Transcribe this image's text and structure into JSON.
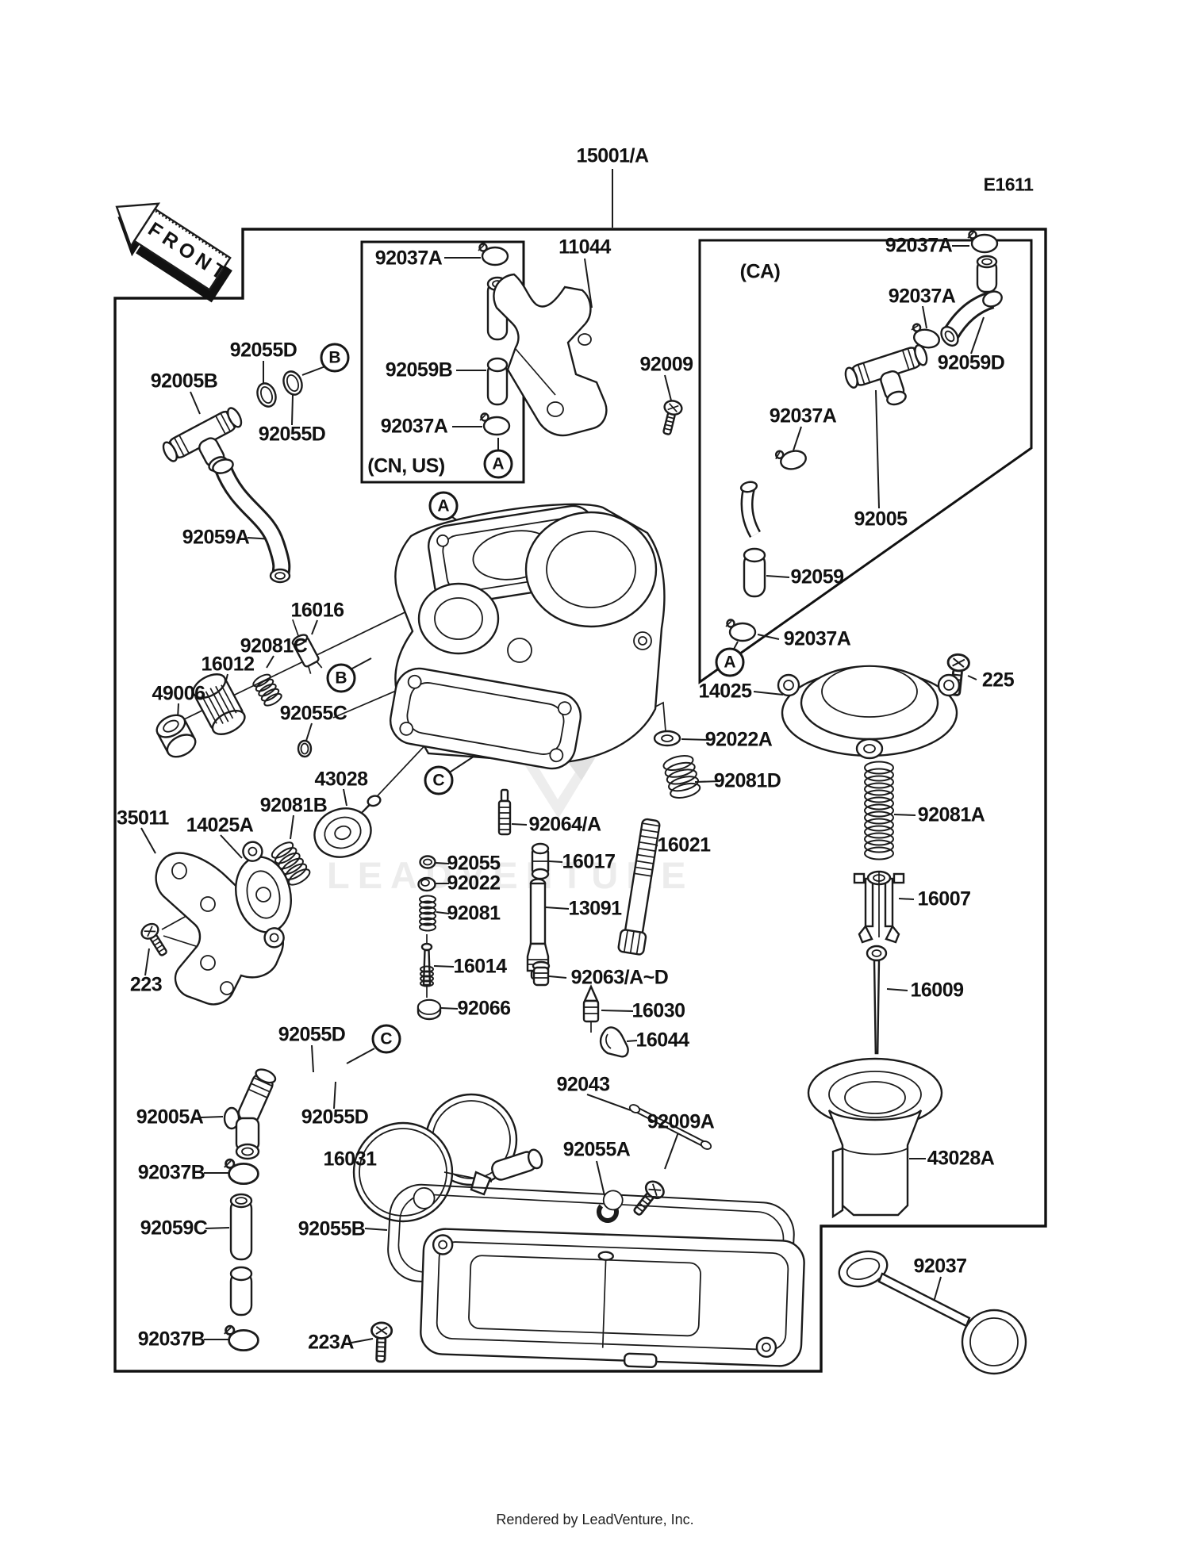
{
  "header": {
    "assembly": "15001/A",
    "code": "E1611"
  },
  "front_arrow": {
    "label": "FRONT"
  },
  "boxes": {
    "cn_us_caption": "(CN, US)",
    "ca_caption": "(CA)"
  },
  "callouts": {
    "a": "A",
    "b": "B",
    "c": "C"
  },
  "parts": {
    "p92037a": "92037A",
    "p92059b": "92059B",
    "p92055d": "92055D",
    "p92005b": "92005B",
    "p92059a": "92059A",
    "p11044": "11044",
    "p92009": "92009",
    "p92059d": "92059D",
    "p92005": "92005",
    "p92059": "92059",
    "p225": "225",
    "p14025": "14025",
    "p92022a": "92022A",
    "p92081d": "92081D",
    "p16016": "16016",
    "p92081c": "92081C",
    "p16012": "16012",
    "p49006": "49006",
    "p92055c": "92055C",
    "p43028": "43028",
    "p92081b": "92081B",
    "p35011": "35011",
    "p14025a": "14025A",
    "p223": "223",
    "p92064a": "92064/A",
    "p92055": "92055",
    "p92022": "92022",
    "p92081": "92081",
    "p16014": "16014",
    "p92066": "92066",
    "p16017": "16017",
    "p13091": "13091",
    "p16021": "16021",
    "p92081a": "92081A",
    "p16007": "16007",
    "p16009": "16009",
    "p92063ad": "92063/A~D",
    "p16030": "16030",
    "p16044": "16044",
    "p92043": "92043",
    "p92009a": "92009A",
    "p92055a": "92055A",
    "p16031": "16031",
    "p92055b": "92055B",
    "p223a": "223A",
    "p92005a": "92005A",
    "p92037b": "92037B",
    "p92059c": "92059C",
    "p43028a": "43028A",
    "p92037": "92037"
  },
  "watermark": {
    "text": "LEADVENTURE"
  },
  "footer": {
    "credit": "Rendered by LeadVenture, Inc."
  }
}
